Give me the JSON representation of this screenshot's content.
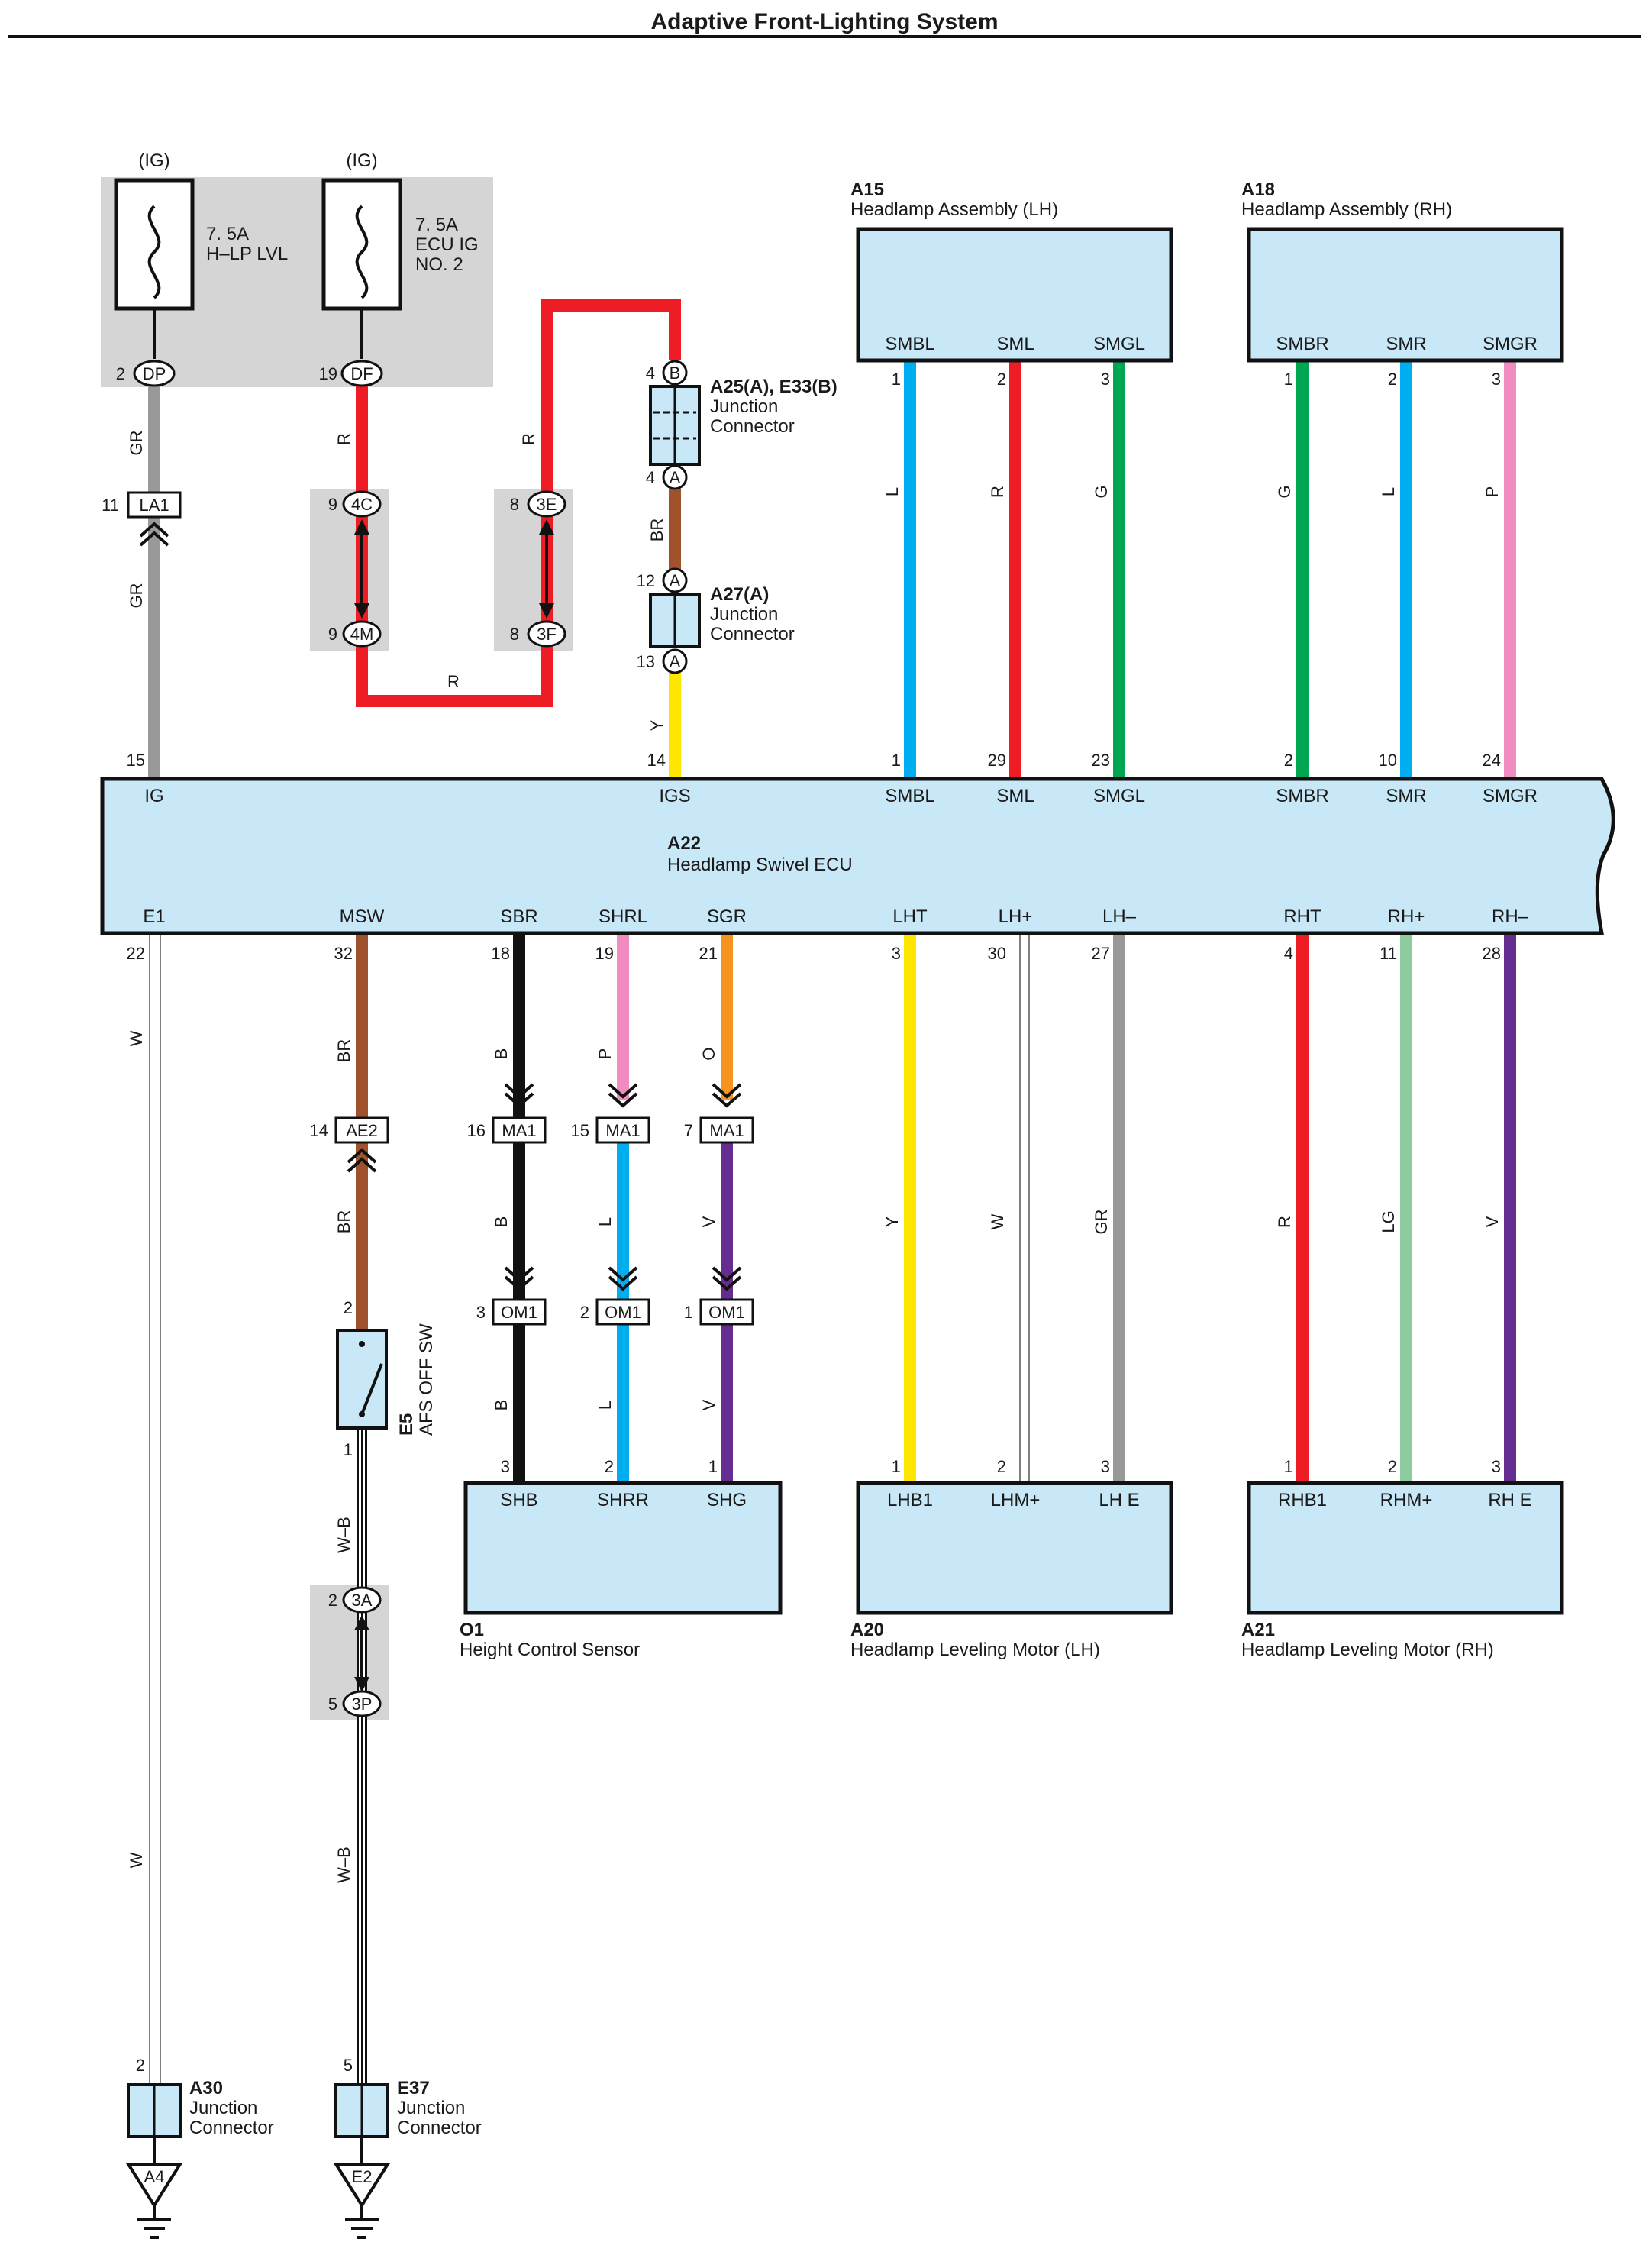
{
  "title": "Adaptive Front-Lighting System",
  "fuses": [
    {
      "supply": "(IG)",
      "rating": "7. 5A",
      "name_lines": [
        "H–LP LVL"
      ],
      "pin": "2",
      "connector": "DP"
    },
    {
      "supply": "(IG)",
      "rating": "7. 5A",
      "name_lines": [
        "ECU IG",
        "NO. 2"
      ],
      "pin": "19",
      "connector": "DF"
    }
  ],
  "components": {
    "a15": {
      "id": "A15",
      "name": "Headlamp Assembly (LH)",
      "terminals": [
        "SMBL",
        "SML",
        "SMGL"
      ],
      "pins": [
        "1",
        "2",
        "3"
      ]
    },
    "a18": {
      "id": "A18",
      "name": "Headlamp Assembly (RH)",
      "terminals": [
        "SMBR",
        "SMR",
        "SMGR"
      ],
      "pins": [
        "1",
        "2",
        "3"
      ]
    },
    "a25": {
      "id": "A25(A), E33(B)",
      "line1": "Junction",
      "line2": "Connector"
    },
    "a27": {
      "id": "A27(A)",
      "line1": "Junction",
      "line2": "Connector"
    },
    "a22": {
      "id": "A22",
      "name": "Headlamp Swivel ECU",
      "top_terminals": [
        "IG",
        "IGS",
        "SMBL",
        "SML",
        "SMGL",
        "SMBR",
        "SMR",
        "SMGR"
      ],
      "top_pins": [
        "15",
        "14",
        "1",
        "29",
        "23",
        "2",
        "10",
        "24"
      ],
      "bottom_terminals": [
        "E1",
        "MSW",
        "SBR",
        "SHRL",
        "SGR",
        "LHT",
        "LH+",
        "LH–",
        "RHT",
        "RH+",
        "RH–"
      ],
      "bottom_pins": [
        "22",
        "32",
        "18",
        "19",
        "21",
        "3",
        "30",
        "27",
        "4",
        "11",
        "28"
      ]
    },
    "o1": {
      "id": "O1",
      "name": "Height Control Sensor",
      "terminals": [
        "SHB",
        "SHRR",
        "SHG"
      ],
      "pins": [
        "3",
        "2",
        "1"
      ]
    },
    "a20": {
      "id": "A20",
      "name": "Headlamp Leveling Motor (LH)",
      "terminals": [
        "LHB1",
        "LHM+",
        "LH E"
      ],
      "pins": [
        "1",
        "2",
        "3"
      ]
    },
    "a21": {
      "id": "A21",
      "name": "Headlamp Leveling Motor (RH)",
      "terminals": [
        "RHB1",
        "RHM+",
        "RH E"
      ],
      "pins": [
        "1",
        "2",
        "3"
      ]
    },
    "e5": {
      "id": "E5",
      "name": "AFS OFF SW",
      "pin_top": "2",
      "pin_bottom": "1"
    },
    "a30": {
      "id": "A30",
      "line1": "Junction",
      "line2": "Connector",
      "pin": "2"
    },
    "e37": {
      "id": "E37",
      "line1": "Junction",
      "line2": "Connector",
      "pin": "5"
    },
    "ground_a4": "A4",
    "ground_e2": "E2"
  },
  "connectors": {
    "la1": {
      "pin": "11",
      "name": "LA1"
    },
    "c4c": {
      "pin": "9",
      "name": "4C"
    },
    "c4m": {
      "pin": "9",
      "name": "4M"
    },
    "c3e": {
      "pin": "8",
      "name": "3E"
    },
    "c3f": {
      "pin": "8",
      "name": "3F"
    },
    "a25b": {
      "pin": "4",
      "name": "B"
    },
    "a25a": {
      "pin": "4",
      "name": "A"
    },
    "a27a1": {
      "pin": "12",
      "name": "A"
    },
    "a27a2": {
      "pin": "13",
      "name": "A"
    },
    "ae2": {
      "pin": "14",
      "name": "AE2"
    },
    "ma1": [
      {
        "pin": "16",
        "name": "MA1"
      },
      {
        "pin": "15",
        "name": "MA1"
      },
      {
        "pin": "7",
        "name": "MA1"
      }
    ],
    "om1": [
      {
        "pin": "3",
        "name": "OM1"
      },
      {
        "pin": "2",
        "name": "OM1"
      },
      {
        "pin": "1",
        "name": "OM1"
      }
    ],
    "c3a": {
      "pin": "2",
      "name": "3A"
    },
    "c3p": {
      "pin": "5",
      "name": "3P"
    }
  },
  "wire_colors": {
    "gr1": "GR",
    "gr2": "GR",
    "r1": "R",
    "r2": "R",
    "r3": "R",
    "br1": "BR",
    "y1": "Y",
    "a15": [
      "L",
      "R",
      "G"
    ],
    "a18": [
      "G",
      "L",
      "P"
    ],
    "w1": "W",
    "w2": "W",
    "br2": "BR",
    "br3": "BR",
    "wb1": "W–B",
    "wb2": "W–B",
    "sensor_upper": [
      "B",
      "P",
      "O"
    ],
    "sensor_mid": [
      "B",
      "L",
      "V"
    ],
    "sensor_lower": [
      "B",
      "L",
      "V"
    ],
    "lh": [
      "Y",
      "W",
      "GR"
    ],
    "rh": [
      "R",
      "LG",
      "V"
    ]
  },
  "palette": {
    "gray": "#999999",
    "red": "#ee1c25",
    "brown": "#a0522d",
    "yellow": "#ffe600",
    "blue": "#00aeef",
    "green": "#00a651",
    "pink": "#f08cc0",
    "black": "#111111",
    "orange": "#f7941d",
    "violet": "#662d91",
    "lightgreen": "#8dcc9e",
    "box": "#c9e8f7"
  }
}
